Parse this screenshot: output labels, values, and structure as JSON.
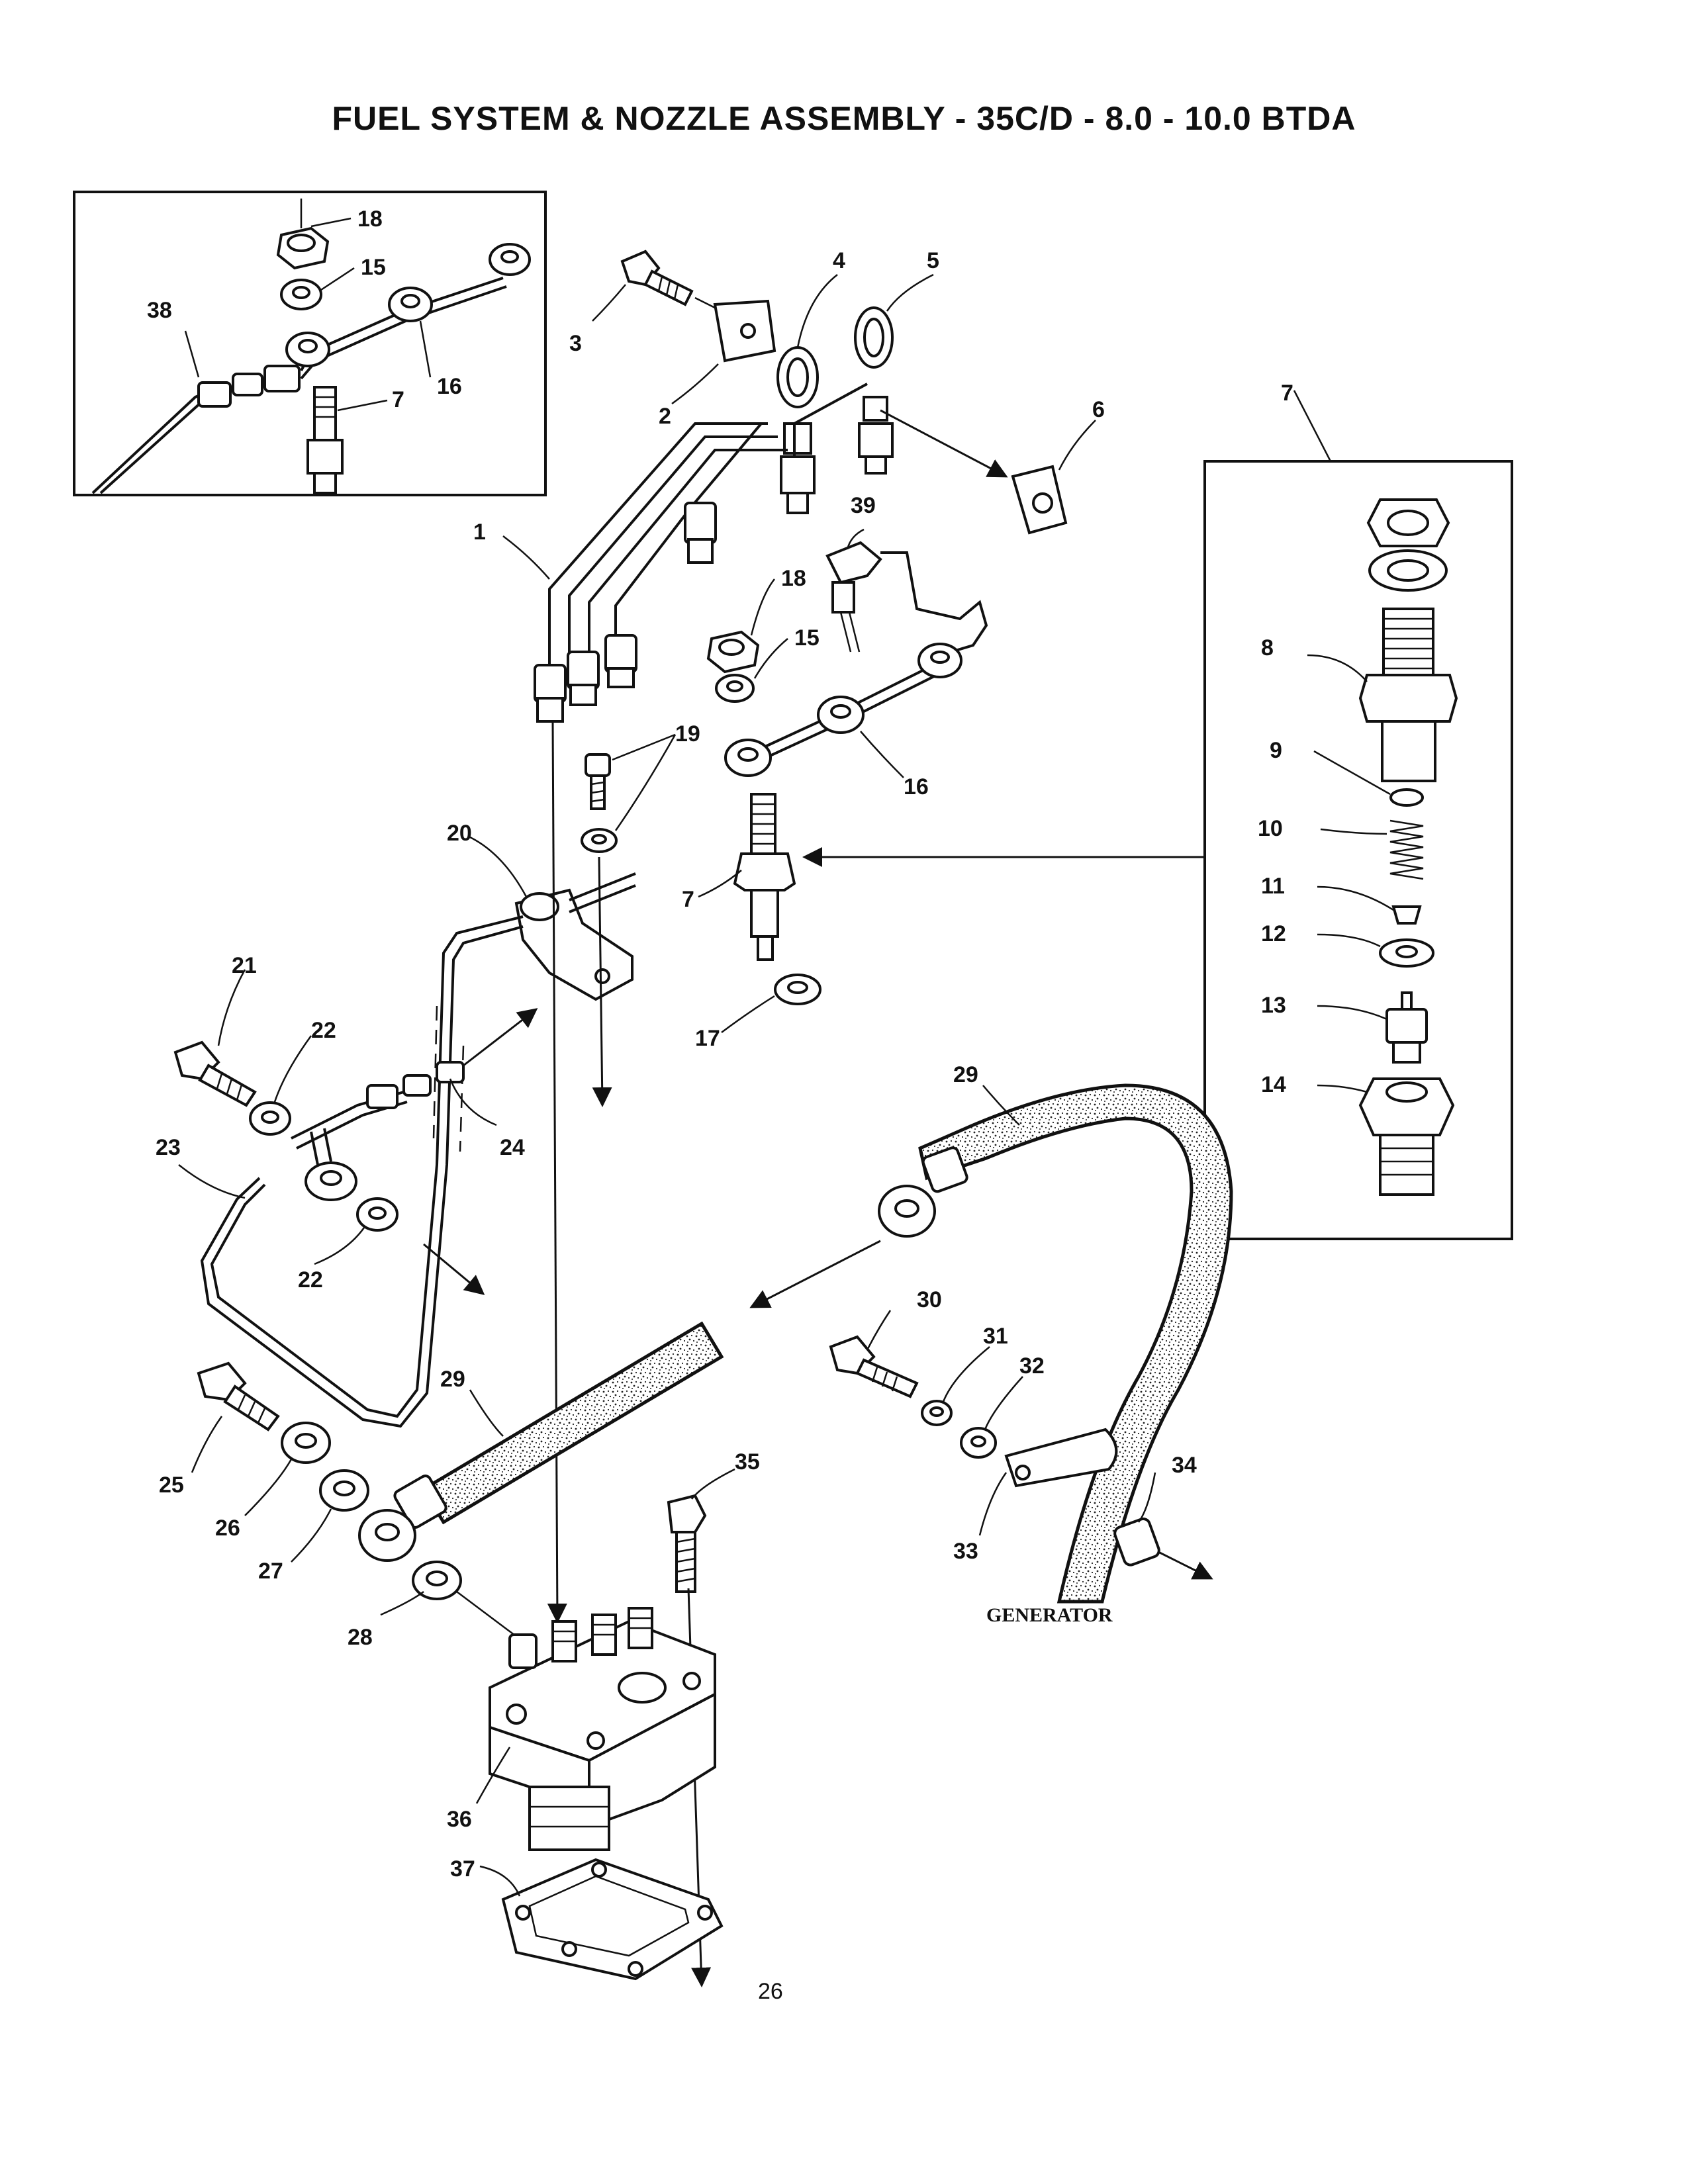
{
  "page": {
    "title": "FUEL SYSTEM & NOZZLE ASSEMBLY - 35C/D - 8.0 - 10.0 BTDA",
    "page_number": "26"
  },
  "diagram": {
    "caption": "GENERATOR",
    "callouts": {
      "c1": "1",
      "c2": "2",
      "c3": "3",
      "c4": "4",
      "c5": "5",
      "c6": "6",
      "c7_nozzle": "7",
      "c7_detail": "7",
      "c7_inset": "7",
      "c8": "8",
      "c9": "9",
      "c10": "10",
      "c11": "11",
      "c12": "12",
      "c13": "13",
      "c14": "14",
      "c15_main": "15",
      "c15_inset": "15",
      "c16_main": "16",
      "c16_inset": "16",
      "c17": "17",
      "c18_main": "18",
      "c18_inset": "18",
      "c19": "19",
      "c20": "20",
      "c21": "21",
      "c22_top": "22",
      "c22_bottom": "22",
      "c23": "23",
      "c24": "24",
      "c25": "25",
      "c26": "26",
      "c27": "27",
      "c28": "28",
      "c29_top": "29",
      "c29_left": "29",
      "c30": "30",
      "c31": "31",
      "c32": "32",
      "c33": "33",
      "c34": "34",
      "c35": "35",
      "c36": "36",
      "c37": "37",
      "c38": "38",
      "c39": "39"
    }
  }
}
